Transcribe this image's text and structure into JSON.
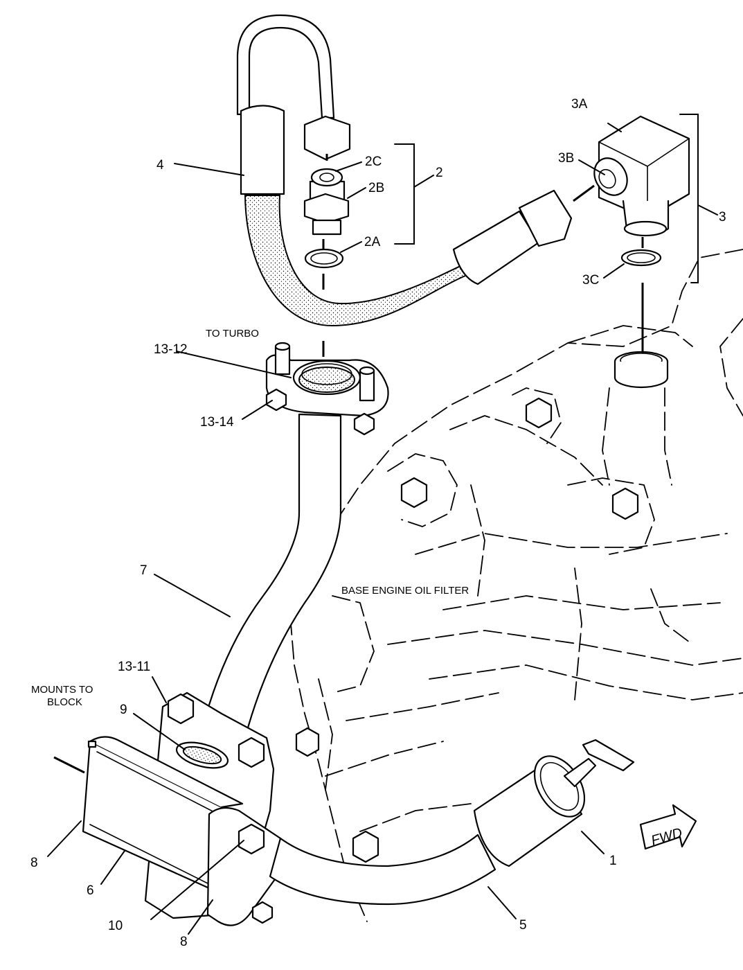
{
  "diagram": {
    "callouts": [
      {
        "id": "c1",
        "text": "1"
      },
      {
        "id": "c2",
        "text": "2"
      },
      {
        "id": "c2a",
        "text": "2A"
      },
      {
        "id": "c2b",
        "text": "2B"
      },
      {
        "id": "c2c",
        "text": "2C"
      },
      {
        "id": "c3",
        "text": "3"
      },
      {
        "id": "c3a",
        "text": "3A"
      },
      {
        "id": "c3b",
        "text": "3B"
      },
      {
        "id": "c3c",
        "text": "3C"
      },
      {
        "id": "c4",
        "text": "4"
      },
      {
        "id": "c5",
        "text": "5"
      },
      {
        "id": "c6",
        "text": "6"
      },
      {
        "id": "c7",
        "text": "7"
      },
      {
        "id": "c8a",
        "text": "8"
      },
      {
        "id": "c8b",
        "text": "8"
      },
      {
        "id": "c9",
        "text": "9"
      },
      {
        "id": "c10",
        "text": "10"
      },
      {
        "id": "c1311",
        "text": "13-11"
      },
      {
        "id": "c1312",
        "text": "13-12"
      },
      {
        "id": "c1314",
        "text": "13-14"
      }
    ],
    "notes": {
      "to_turbo": "TO TURBO",
      "base_engine_oil_filter": "BASE ENGINE OIL FILTER",
      "mounts_to_line1": "MOUNTS TO",
      "mounts_to_line2": "BLOCK",
      "fwd": "FWD"
    }
  }
}
